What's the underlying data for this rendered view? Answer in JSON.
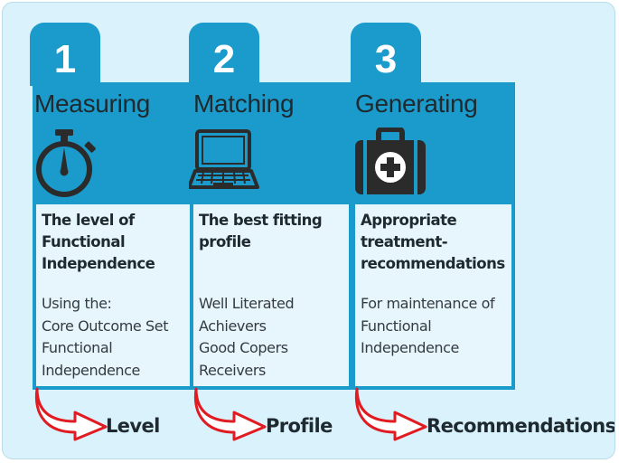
{
  "steps": [
    {
      "number": "1",
      "heading": "Measuring",
      "icon": "stopwatch-icon",
      "title_lines": [
        "The level of",
        "Functional",
        "Independence"
      ],
      "body_lines": [
        "Using the:",
        "Core Outcome Set",
        "Functional",
        "Independence"
      ],
      "output": "Level"
    },
    {
      "number": "2",
      "heading": "Matching",
      "icon": "laptop-icon",
      "title_lines": [
        "The best fitting",
        "profile"
      ],
      "body_lines": [
        "Well Literated",
        "Achievers",
        "Good Copers",
        "Receivers"
      ],
      "output": "Profile"
    },
    {
      "number": "3",
      "heading": "Generating",
      "icon": "medical-kit-icon",
      "title_lines": [
        "Appropriate",
        "treatment-",
        "recommendations"
      ],
      "body_lines": [
        "For maintenance of",
        "Functional",
        "Independence"
      ],
      "output": "Recommendations"
    }
  ],
  "colors": {
    "accent_blue": "#1a9bcb",
    "background": "#d9f2fb",
    "box_fill": "#e6f6fc",
    "arrow_red": "#e01b22",
    "icon_dark": "#2b2b2b"
  }
}
